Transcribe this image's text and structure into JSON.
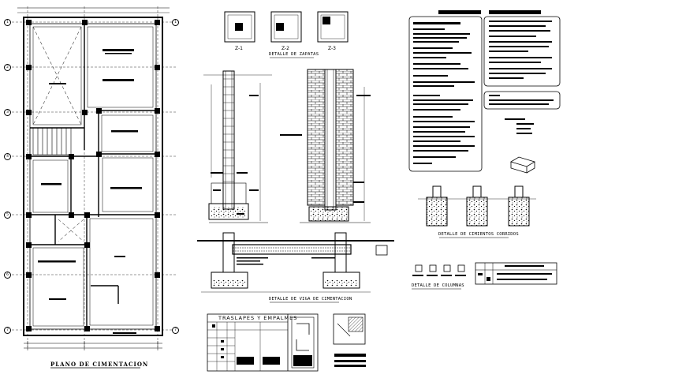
{
  "titles": {
    "plan": "PLANO DE CIMENTACION",
    "footings": "DETALLE DE ZAPATAS",
    "beam": "DETALLE DE VIGA DE CIMENTACION",
    "strip": "DETALLE DE CIMIENTOS CORRIDOS",
    "columns": "DETALLE DE COLUMNAS",
    "laps": "TRASLAPES Y EMPALMES"
  },
  "footings": [
    {
      "label": "Z-1"
    },
    {
      "label": "Z-2"
    },
    {
      "label": "Z-3"
    }
  ],
  "grid_numbers": [
    "1",
    "2",
    "3",
    "4",
    "5",
    "6",
    "7",
    "8"
  ]
}
